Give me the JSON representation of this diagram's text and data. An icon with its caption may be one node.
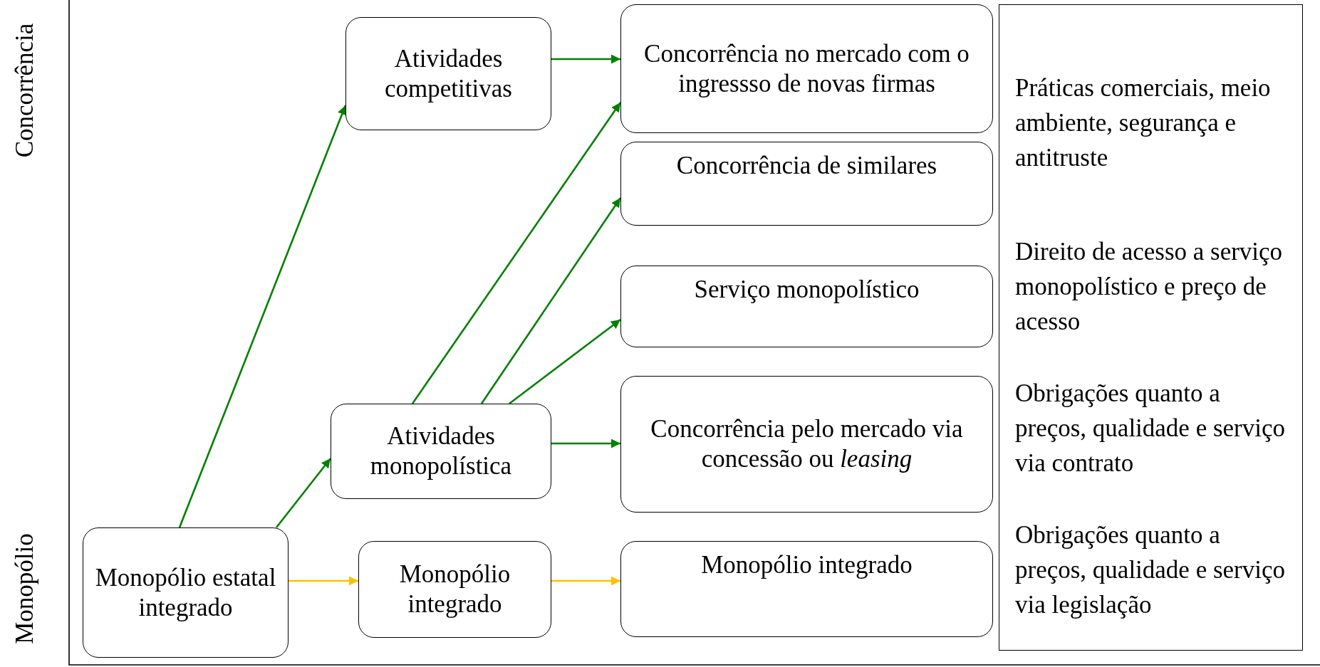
{
  "diagram": {
    "nodes": [
      {
        "text": [
          "Monopólio estatal integrado"
        ]
      },
      {
        "text": [
          "Atividades competitivas"
        ]
      },
      {
        "text": [
          "Atividades monopolística"
        ]
      },
      {
        "text": [
          "Monopólio integrado"
        ]
      },
      {
        "text": [
          "Concorrência no mercado com o ingressso de novas firmas"
        ]
      },
      {
        "text": [
          "Concorrência de similares"
        ]
      },
      {
        "text": [
          "Serviço monopolístico"
        ]
      },
      {
        "text": [
          "Concorrência pelo mercado via concessão ou *leasing*"
        ]
      },
      {
        "text": [
          "Monopólio integrado"
        ]
      },
      {
        "text": [
          "Práticas comerciais, meio ambiente, segurança e antitruste",
          "Direito de acesso a serviço monopolístico e preço de acesso",
          "Obrigações quanto a preços, qualidade e serviço via contrato",
          "Obrigações quanto a preços, qualidade e serviço via legislação"
        ]
      }
    ],
    "edges": [
      {
        "from": 0,
        "to": 1,
        "arrow": "to"
      },
      {
        "from": 0,
        "to": 2,
        "arrow": "to"
      },
      {
        "from": 0,
        "to": 3,
        "arrow": "to",
        "color": "#ffc000"
      },
      {
        "from": 1,
        "to": 4,
        "arrow": "to"
      },
      {
        "from": 2,
        "to": 4,
        "arrow": "to"
      },
      {
        "from": 2,
        "to": 5,
        "arrow": "to"
      },
      {
        "from": 2,
        "to": 6,
        "arrow": "to"
      },
      {
        "from": 2,
        "to": 7,
        "arrow": "to"
      },
      {
        "from": 3,
        "to": 8,
        "arrow": "to",
        "color": "#ffc000"
      }
    ],
    "labels": [
      "Concorrência",
      "Monopólio"
    ]
  }
}
